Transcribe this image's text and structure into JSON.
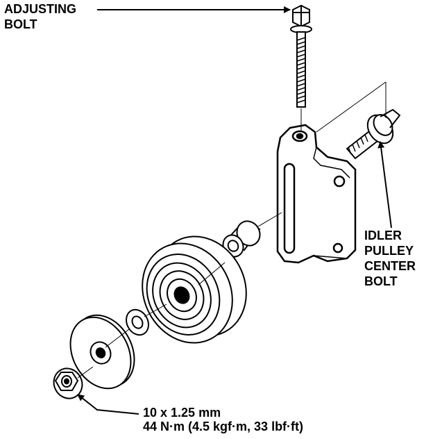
{
  "labels": {
    "adjusting_bolt": [
      "ADJUSTING",
      "BOLT"
    ],
    "idler_pulley_center_bolt": [
      "IDLER",
      "PULLEY",
      "CENTER",
      "BOLT"
    ],
    "nut_spec": [
      "10 x 1.25 mm",
      "44 N·m (4.5 kgf·m, 33 lbf·ft)"
    ]
  },
  "colors": {
    "ink": "#000000",
    "paper": "#ffffff"
  }
}
